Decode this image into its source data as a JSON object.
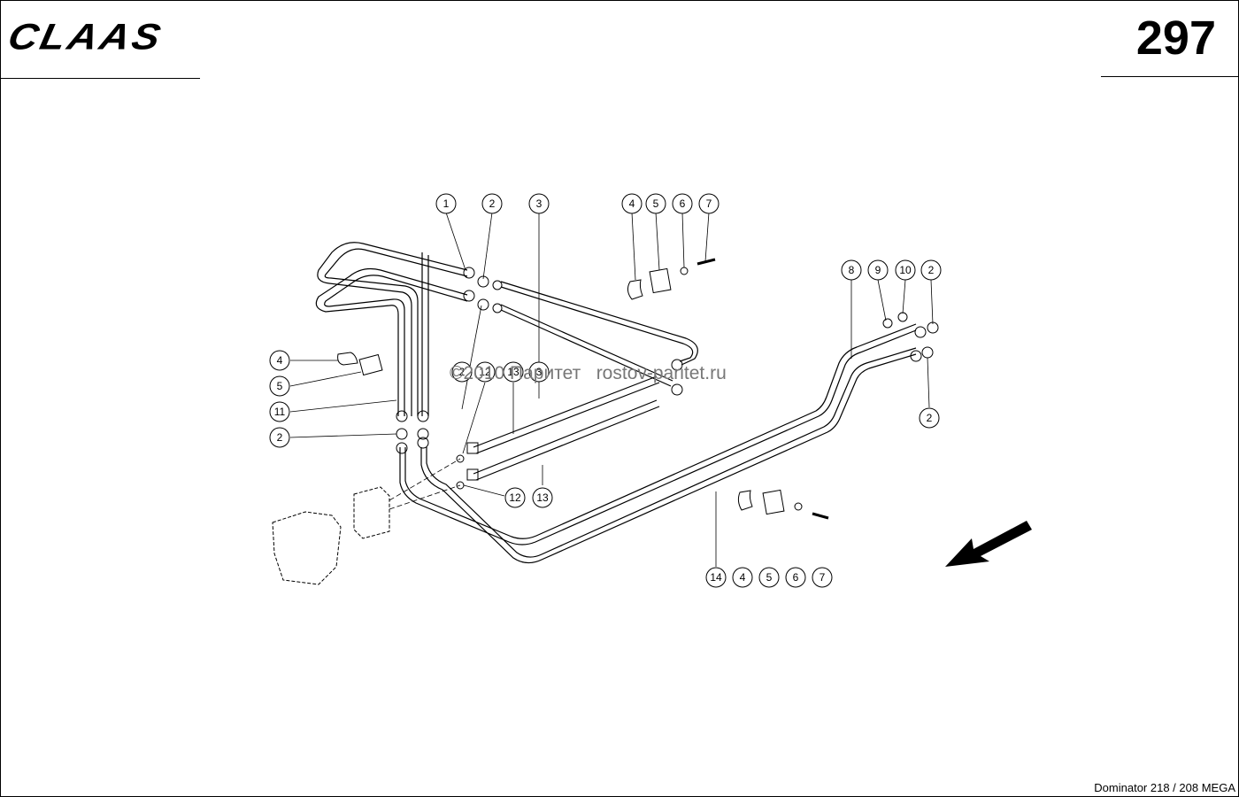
{
  "header": {
    "brand": "CLAAS",
    "page_number": "297"
  },
  "footer": {
    "model": "Dominator 218 / 208 MEGA"
  },
  "watermark": {
    "text": "©2010 Паритет   rostov-paritet.ru"
  },
  "callouts": [
    {
      "label": "1"
    },
    {
      "label": "2"
    },
    {
      "label": "3"
    },
    {
      "label": "4"
    },
    {
      "label": "5"
    },
    {
      "label": "6"
    },
    {
      "label": "7"
    },
    {
      "label": "8"
    },
    {
      "label": "9"
    },
    {
      "label": "10"
    },
    {
      "label": "2"
    },
    {
      "label": "4"
    },
    {
      "label": "5"
    },
    {
      "label": "11"
    },
    {
      "label": "2"
    },
    {
      "label": "2"
    },
    {
      "label": "12"
    },
    {
      "label": "13"
    },
    {
      "label": "12"
    },
    {
      "label": "13"
    },
    {
      "label": "14"
    },
    {
      "label": "4"
    },
    {
      "label": "5"
    },
    {
      "label": "6"
    },
    {
      "label": "7"
    }
  ],
  "icons": [
    "direction-arrow-icon"
  ]
}
